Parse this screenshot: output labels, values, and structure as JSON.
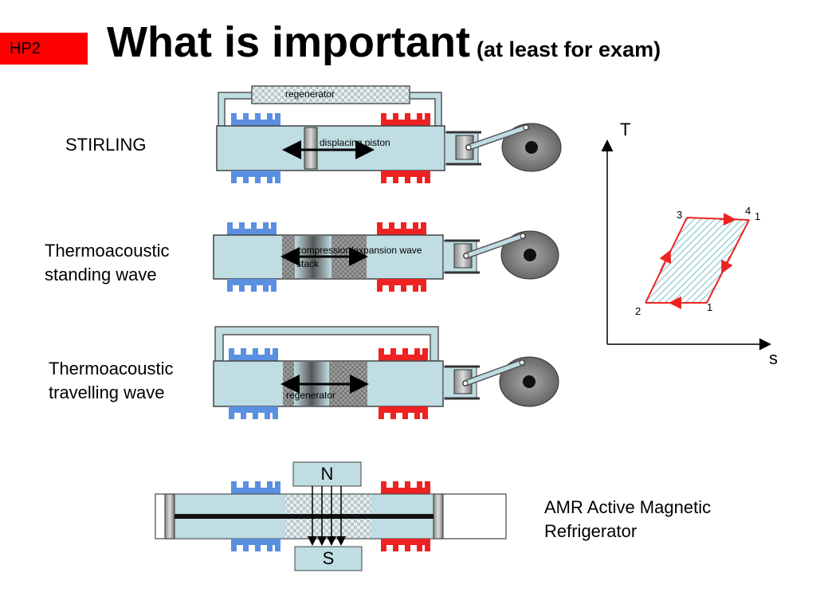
{
  "badge": "HP2",
  "title": {
    "main": "What is important",
    "sub": "(at least for exam)"
  },
  "labels": {
    "stirling": "STIRLING",
    "standing": [
      "Thermoacoustic",
      "standing wave"
    ],
    "travelling": [
      "Thermoacoustic",
      "travelling wave"
    ],
    "amr": [
      "AMR Active Magnetic",
      "Refrigerator"
    ]
  },
  "annotations": {
    "regenerator_top": "regenerator",
    "displacing_piston": "displacing piston",
    "compression_wave": "compression/expansion wave",
    "stack": "stack",
    "regenerator_travel": "regenerator"
  },
  "magnet": {
    "north": "N",
    "south": "S"
  },
  "ts_diagram": {
    "x_axis": "s",
    "y_axis": "T",
    "points": {
      "p1_bottom": "1",
      "p2": "2",
      "p3": "3",
      "p4": "4",
      "p1_top": "1"
    }
  },
  "colors": {
    "cold": "#5b8fe0",
    "hot": "#ee2222",
    "body": "#bfdde3",
    "badge": "#ff0000"
  }
}
